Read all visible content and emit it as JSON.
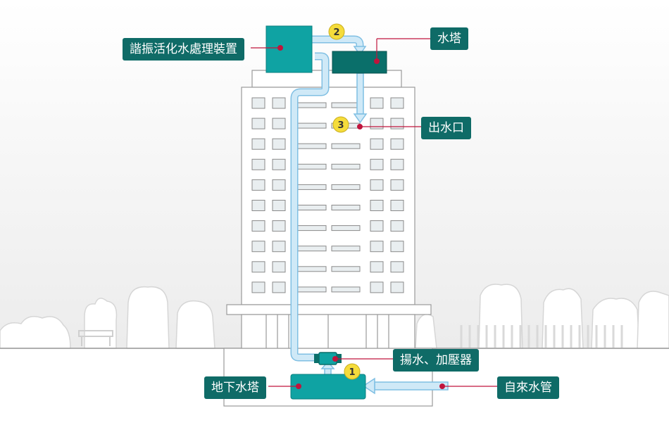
{
  "colors": {
    "label_bg": "#0f6b67",
    "tank": "#0fa3a3",
    "tower_tank": "#0a6f6a",
    "pipe": "#cfe9f7",
    "pipe_stroke": "#7fbfe3",
    "badge": "#f5dc3b",
    "marker": "#c0143c"
  },
  "labels": {
    "activation_device": "諧振活化水處理裝置",
    "water_tower": "水塔",
    "outlet": "出水口",
    "pump": "揚水、加壓器",
    "underground_tank": "地下水塔",
    "city_pipe": "自來水管"
  },
  "steps": [
    "1",
    "2",
    "3"
  ]
}
